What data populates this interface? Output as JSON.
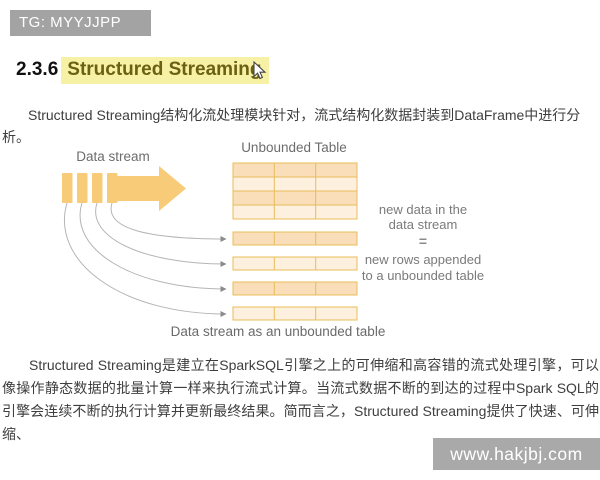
{
  "header": {
    "tag": "TG: MYYJJPP"
  },
  "heading": {
    "number": "2.3.6",
    "title": "Structured Streaming"
  },
  "paragraphs": {
    "intro": "Structured Streaming结构化流处理模块针对，流式结构化数据封装到DataFrame中进行分析。",
    "body": "Structured Streaming是建立在SparkSQL引擎之上的可伸缩和高容错的流式处理引擎，可以像操作静态数据的批量计算一样来执行流式计算。当流式数据不断的到达的过程中Spark SQL的引擎会连续不断的执行计算并更新最终结果。简而言之，Structured Streaming提供了快速、可伸缩、"
  },
  "diagram": {
    "data_stream_label": "Data stream",
    "unbounded_table_label": "Unbounded Table",
    "annotation_line1": "new data in the",
    "annotation_line2": "data stream",
    "equals": "=",
    "annotation_line3": "new rows appended",
    "annotation_line4": "to a unbounded table",
    "caption": "Data stream as an unbounded table"
  },
  "watermark": {
    "text": "www.hakjbj.com"
  },
  "colors": {
    "accent_orange": "#F8CB79",
    "table_border": "#E8BC5A",
    "row_dark": "#FADEB9",
    "row_light": "#FDF0DF",
    "highlight_bg": "#F6F1A4",
    "highlight_text": "#6C6012",
    "gray_box": "#A3A3A3",
    "watermark_bg": "#A9A9A9",
    "diagram_text": "#6D6D6D",
    "body_text": "#3E3E3E"
  }
}
